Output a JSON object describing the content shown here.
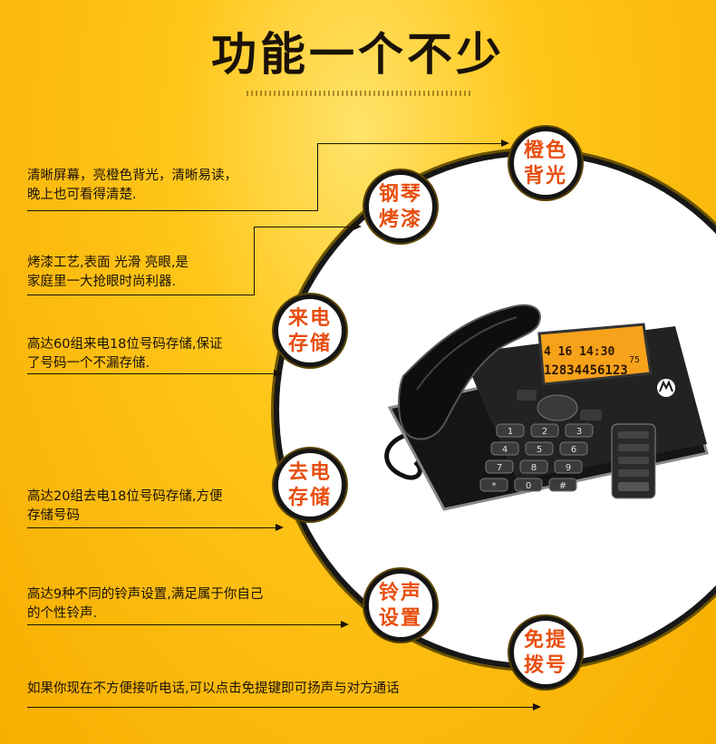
{
  "title": "功能一个不少",
  "features": [
    {
      "text_lines": [
        "清晰屏幕，亮橙色背光，清晰易读，",
        "晚上也可看得清楚."
      ],
      "badge": "橙色背光"
    },
    {
      "text_lines": [
        "烤漆工艺,表面 光滑 亮眼,是",
        "家庭里一大抢眼时尚利器."
      ],
      "badge": "钢琴烤漆"
    },
    {
      "text_lines": [
        "高达60组来电18位号码存储,保证",
        "了号码一个不漏存储."
      ],
      "badge": "来电存储"
    },
    {
      "text_lines": [
        "高达20组去电18位号码存储,方便",
        "存储号码"
      ],
      "badge": "去电存储"
    },
    {
      "text_lines": [
        "高达9种不同的铃声设置,满足属于你自己",
        "的个性铃声."
      ],
      "badge": "铃声设置"
    },
    {
      "text_lines": [
        "如果你现在不方便接听电话,可以点击免提键即可扬声与对方通话"
      ],
      "badge": "免提拨号"
    }
  ],
  "phone": {
    "display_row1": "4 16 14:30",
    "display_row2": "12834456123",
    "display_count": "75",
    "keypad": [
      "1",
      "2",
      "3",
      "4",
      "5",
      "6",
      "7",
      "8",
      "9",
      "*",
      "0",
      "#"
    ]
  },
  "colors": {
    "background": "#ffc61a",
    "accent": "#e84e0f",
    "ring": "#171717"
  }
}
